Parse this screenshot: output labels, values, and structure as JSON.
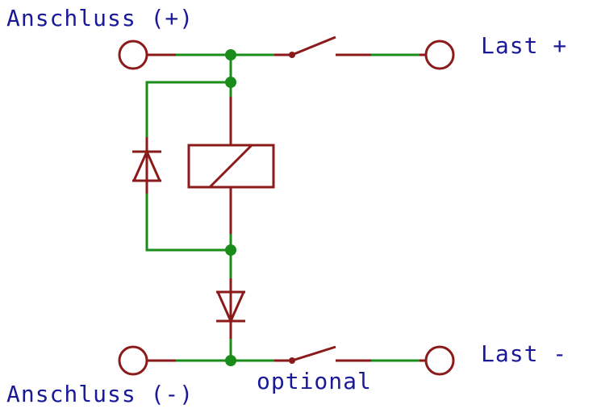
{
  "labels": {
    "terminal_plus": "Anschluss (+)",
    "terminal_minus": "Anschluss (-)",
    "load_plus": "Last +",
    "load_minus": "Last -",
    "optional_note": "optional"
  },
  "colors": {
    "wire": "#1a8c1a",
    "component": "#8b1a1a",
    "label": "#1a1a99",
    "junction": "#1a8c1a"
  }
}
